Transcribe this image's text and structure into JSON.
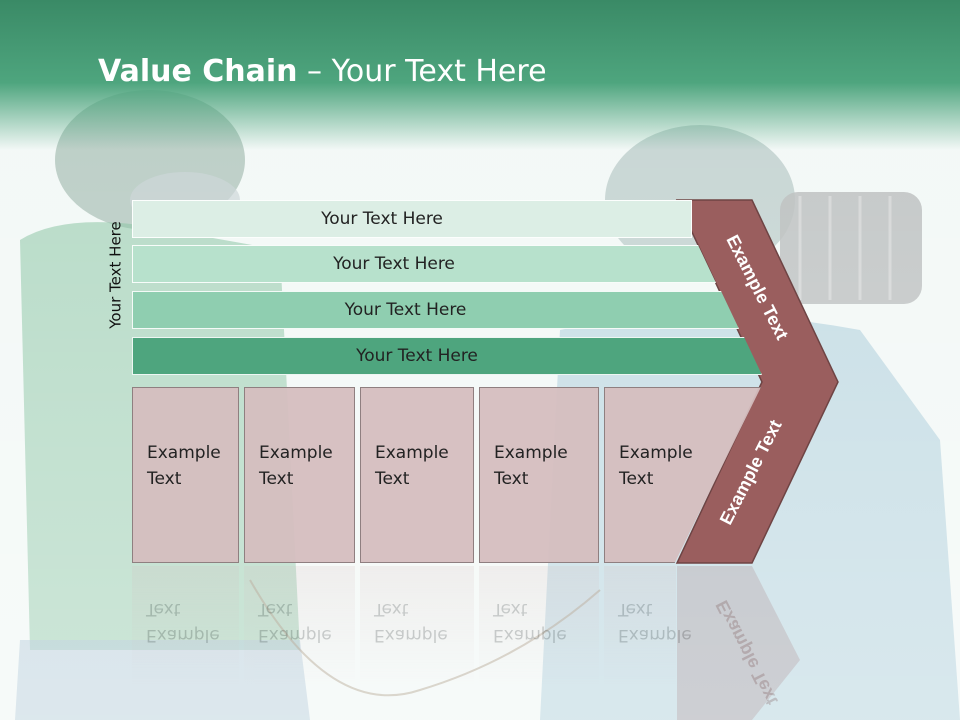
{
  "slide": {
    "title_bold": "Value Chain",
    "title_rest": " – Your Text Here",
    "side_label": "Your Text Here",
    "bars": [
      {
        "label": "Your Text Here",
        "color": "#dceee5"
      },
      {
        "label": "Your Text Here",
        "color": "#b7e1cc"
      },
      {
        "label": "Your Text Here",
        "color": "#8fceb0"
      },
      {
        "label": "Your Text Here",
        "color": "#4ea57e"
      }
    ],
    "boxes": [
      {
        "line1": "Example",
        "line2": "Text"
      },
      {
        "line1": "Example",
        "line2": "Text"
      },
      {
        "line1": "Example",
        "line2": "Text"
      },
      {
        "line1": "Example",
        "line2": "Text"
      },
      {
        "line1": "Example",
        "line2": "Text"
      }
    ],
    "chevron_top_label": "Example Text",
    "chevron_bottom_label": "Example Text",
    "chevron_color": "#9a5e5e"
  }
}
